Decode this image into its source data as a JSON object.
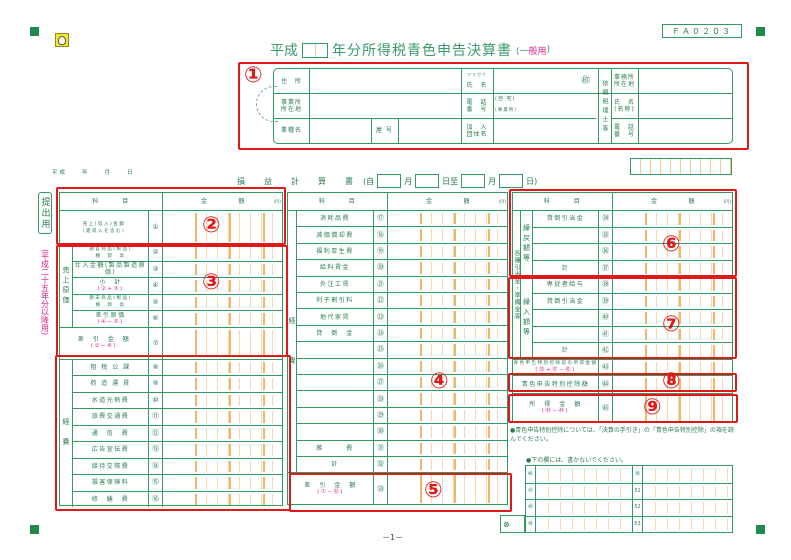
{
  "form_code": "ＦＡ０２０３",
  "title": {
    "era": "平成",
    "main": "年分所得税青色申告決算書",
    "type_open": "(一",
    "type": "般用",
    "type_close": ")"
  },
  "header": {
    "address": "住　所",
    "furigana": "フリガナ",
    "name": "氏　名",
    "seal": "㊞",
    "office_address": "事業所\n所在地",
    "phone": "電　話\n番　号",
    "phone_home": "(自 宅)",
    "phone_office": "(事業所)",
    "industry": "業種名",
    "trade_name": "屋 号",
    "association": "加　入\n団体名",
    "tax_accountant": "依頼税理士等",
    "ta_office": "事務所\n所在地",
    "ta_name": "氏　名\n(名称)",
    "ta_phone": "電　話\n番　号"
  },
  "date_line": "平成　　年　　月　　日",
  "pl": {
    "title": "損　　益　　計　　算　　書",
    "open": "(自",
    "month": "月",
    "day_to": "日至",
    "month2": "月",
    "close": "日)"
  },
  "side": {
    "submit": "提出用",
    "applicable": "(平成二十五年分以降用)"
  },
  "col_headers": {
    "subject": "科　　　目",
    "amount": "金　　　　額",
    "yen": "(円)"
  },
  "left_table": {
    "rows": [
      {
        "num": "①",
        "label": "売上(収入)金額\n(雑収入を含む)"
      },
      {
        "num": "②",
        "label": "期首商品(製品)\n棚　卸　高"
      },
      {
        "num": "③",
        "label": "仕入金額(製品製造原価)"
      },
      {
        "num": "④",
        "label": "小　計",
        "formula": "(②+③)"
      },
      {
        "num": "⑤",
        "label": "期末商品(製品)\n棚　卸　高"
      },
      {
        "num": "⑥",
        "label": "差引原価",
        "formula": "(④−⑤)"
      },
      {
        "num": "⑦",
        "label": "差　引　金　額",
        "formula": "(①−⑥)"
      },
      {
        "num": "⑧",
        "label": "租 税 公 課"
      },
      {
        "num": "⑨",
        "label": "荷 造 運 賃"
      },
      {
        "num": "⑩",
        "label": "水道光熱費"
      },
      {
        "num": "⑪",
        "label": "旅費交通費"
      },
      {
        "num": "⑫",
        "label": "通　信　費"
      },
      {
        "num": "⑬",
        "label": "広告宣伝費"
      },
      {
        "num": "⑭",
        "label": "接待交際費"
      },
      {
        "num": "⑮",
        "label": "損害保険料"
      },
      {
        "num": "⑯",
        "label": "修　繕　費"
      }
    ],
    "groups": [
      {
        "label": "売上原価",
        "from": 1,
        "to": 5
      },
      {
        "label": "経　費",
        "from": 7,
        "to": 15
      }
    ]
  },
  "middle_table": {
    "rows": [
      {
        "num": "⑰",
        "label": "消耗品費"
      },
      {
        "num": "⑱",
        "label": "減価償却費"
      },
      {
        "num": "⑲",
        "label": "福利厚生費"
      },
      {
        "num": "⑳",
        "label": "給料賃金"
      },
      {
        "num": "㉑",
        "label": "外注工賃"
      },
      {
        "num": "㉒",
        "label": "利子割引料"
      },
      {
        "num": "㉓",
        "label": "地代家賃"
      },
      {
        "num": "㉔",
        "label": "貸　倒　金"
      },
      {
        "num": "㉕",
        "label": ""
      },
      {
        "num": "㉖",
        "label": ""
      },
      {
        "num": "㉗",
        "label": ""
      },
      {
        "num": "㉘",
        "label": ""
      },
      {
        "num": "㉙",
        "label": ""
      },
      {
        "num": "㉚",
        "label": ""
      },
      {
        "num": "㉛",
        "label": "雑　　　費"
      },
      {
        "num": "㉜",
        "label": "計"
      },
      {
        "num": "㉝",
        "label": "差　引　金　額",
        "formula": "(⑦−㉜)"
      }
    ],
    "groups": [
      {
        "label": "経　　　費",
        "from": 0,
        "to": 15
      }
    ]
  },
  "right_table": {
    "rows": [
      {
        "num": "㉞",
        "label": "貸倒引当金"
      },
      {
        "num": "㉟",
        "label": ""
      },
      {
        "num": "㊱",
        "label": ""
      },
      {
        "num": "㊲",
        "label": "計"
      },
      {
        "num": "㊳",
        "label": "専従者給与"
      },
      {
        "num": "㊴",
        "label": "貸倒引当金"
      },
      {
        "num": "㊵",
        "label": ""
      },
      {
        "num": "㊶",
        "label": ""
      },
      {
        "num": "㊷",
        "label": "計"
      },
      {
        "num": "㊸",
        "label": "青色申告特別控除前の所得金額",
        "formula": "(㉝+㊲−㊷)"
      },
      {
        "num": "㊹",
        "label": "青色申告特別控除額"
      },
      {
        "num": "㊺",
        "label": "所　得　金　額",
        "formula": "(㊸−㊹)"
      }
    ],
    "outer_group": {
      "label": "各種引当金・準備金等"
    },
    "groups": [
      {
        "label": "繰戻額等",
        "from": 0,
        "to": 3
      },
      {
        "label": "繰入額等",
        "from": 4,
        "to": 8
      }
    ]
  },
  "notes": {
    "deduction": "●青色申告特別控除については、「決算の手引き」の「青色申告特別控除」の項を読んでください。",
    "do_not_write": "●下の欄には、書かないでください。"
  },
  "office_grid": {
    "left": [
      "㊻",
      "㊼",
      "㊽",
      "㊾"
    ],
    "right": [
      "㊿",
      "51",
      "52",
      "53"
    ],
    "mark": "⊗"
  },
  "page_number": "－1－",
  "annotations": [
    "①",
    "②",
    "③",
    "④",
    "⑤",
    "⑥",
    "⑦",
    "⑧",
    "⑨"
  ],
  "colors": {
    "form_green": "#2f9a62",
    "annotation_red": "#e01818",
    "formula_magenta": "#e0208a",
    "digit_orange": "#f3b46c"
  }
}
